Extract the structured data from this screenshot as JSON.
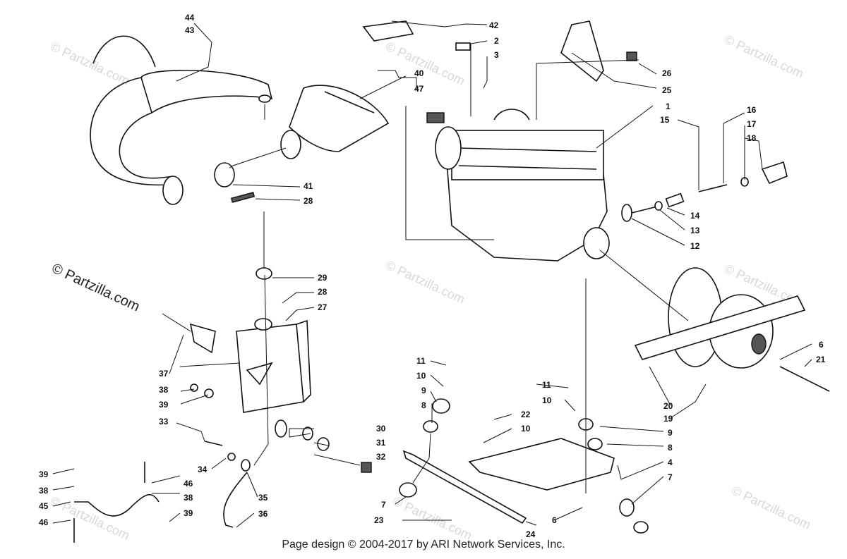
{
  "callouts": {
    "n1": "1",
    "n2": "2",
    "n3": "3",
    "n4": "4",
    "n6": "6",
    "n7": "7",
    "n8": "8",
    "n9": "9",
    "n10": "10",
    "n11": "11",
    "n12": "12",
    "n13": "13",
    "n14": "14",
    "n15": "15",
    "n16": "16",
    "n17": "17",
    "n18": "18",
    "n19": "19",
    "n20": "20",
    "n21": "21",
    "n22": "22",
    "n23": "23",
    "n24": "24",
    "n25": "25",
    "n26": "26",
    "n27": "27",
    "n28": "28",
    "n29": "29",
    "n30": "30",
    "n31": "31",
    "n32": "32",
    "n33": "33",
    "n34": "34",
    "n35": "35",
    "n36": "36",
    "n37": "37",
    "n38": "38",
    "n39": "39",
    "n40": "40",
    "n41": "41",
    "n42": "42",
    "n43": "43",
    "n44": "44",
    "n45": "45",
    "n46": "46",
    "n47": "47"
  },
  "watermark": "© Partzilla.com",
  "brand_mark": "© Partzilla.com",
  "footer": "Page design © 2004-2017 by ARI Network Services, Inc."
}
